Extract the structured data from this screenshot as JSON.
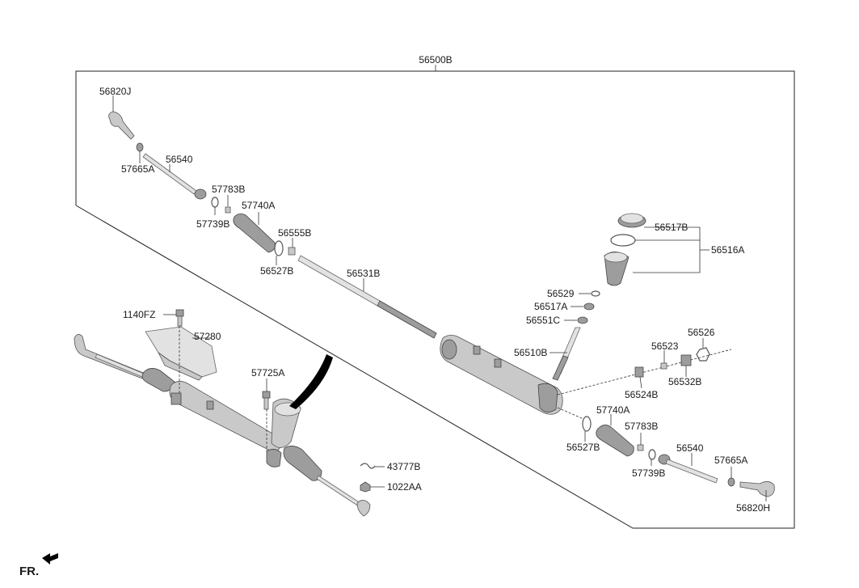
{
  "diagram": {
    "assembly_label": "56500B",
    "front_marker": "FR.",
    "labels": {
      "l56820J": "56820J",
      "l57665A_left": "57665A",
      "l56540_left": "56540",
      "l57783B_left": "57783B",
      "l57739B_left": "57739B",
      "l57740A_left": "57740A",
      "l56555B": "56555B",
      "l56527B_left": "56527B",
      "l56531B": "56531B",
      "l56517B": "56517B",
      "l56516A": "56516A",
      "l56529": "56529",
      "l56517A": "56517A",
      "l56551C": "56551C",
      "l56510B": "56510B",
      "l56526": "56526",
      "l56523": "56523",
      "l56524B": "56524B",
      "l56532B": "56532B",
      "l57740A_right": "57740A",
      "l57783B_right": "57783B",
      "l56527B_right": "56527B",
      "l56540_right": "56540",
      "l57665A_right": "57665A",
      "l57739B_right": "57739B",
      "l56820H": "56820H",
      "l1140FZ": "1140FZ",
      "l57280": "57280",
      "l57725A": "57725A",
      "l43777B": "43777B",
      "l1022AA": "1022AA"
    }
  }
}
